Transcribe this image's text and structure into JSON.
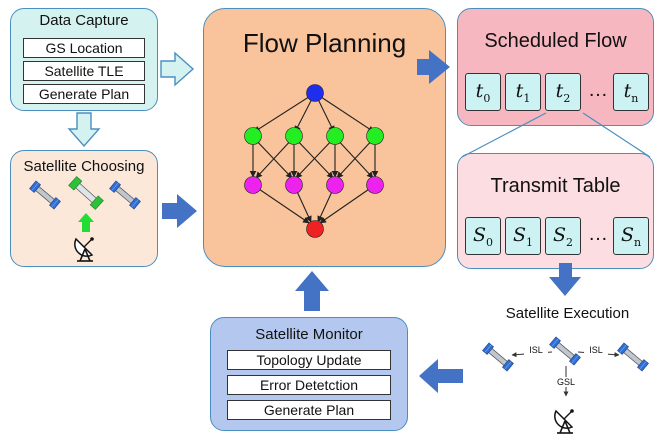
{
  "data_capture": {
    "title": "Data Capture",
    "items": [
      "GS Location",
      "Satellite TLE",
      "Generate Plan"
    ]
  },
  "satellite_choosing": {
    "title": "Satellite Choosing"
  },
  "flow_planning": {
    "title": "Flow Planning"
  },
  "scheduled_flow": {
    "title": "Scheduled Flow",
    "cells": [
      {
        "base": "t",
        "sub": "0"
      },
      {
        "base": "t",
        "sub": "1"
      },
      {
        "base": "t",
        "sub": "2"
      },
      {
        "base": "t",
        "sub": "n"
      }
    ],
    "ellipsis": "…"
  },
  "transmit_table": {
    "title": "Transmit Table",
    "cells": [
      {
        "base": "S",
        "sub": "0"
      },
      {
        "base": "S",
        "sub": "1"
      },
      {
        "base": "S",
        "sub": "2"
      },
      {
        "base": "S",
        "sub": "n"
      }
    ],
    "ellipsis": "…"
  },
  "satellite_execution": {
    "title": "Satellite Execution",
    "link_left": "ISL",
    "link_right": "ISL",
    "link_down": "GSL"
  },
  "satellite_monitor": {
    "title": "Satellite Monitor",
    "items": [
      "Topology Update",
      "Error Detetction",
      "Generate Plan"
    ]
  },
  "colors": {
    "data_capture_fill": "#d4f3f0",
    "satellite_choosing_fill": "#fbe8d9",
    "flow_planning_fill": "#f9c39b",
    "scheduled_flow_fill": "#f6b7c0",
    "transmit_table_fill": "#fbdde2",
    "satellite_monitor_fill": "#b4c8ef",
    "arrow_blue": "#4472c4",
    "node_blue": "#1f2eee",
    "node_green": "#22ee22",
    "node_magenta": "#ee22ee",
    "node_red": "#ee2222"
  },
  "icons": [
    "satellite-icon",
    "ground-station-icon",
    "hollow-arrow-icon",
    "block-arrow-icon"
  ]
}
